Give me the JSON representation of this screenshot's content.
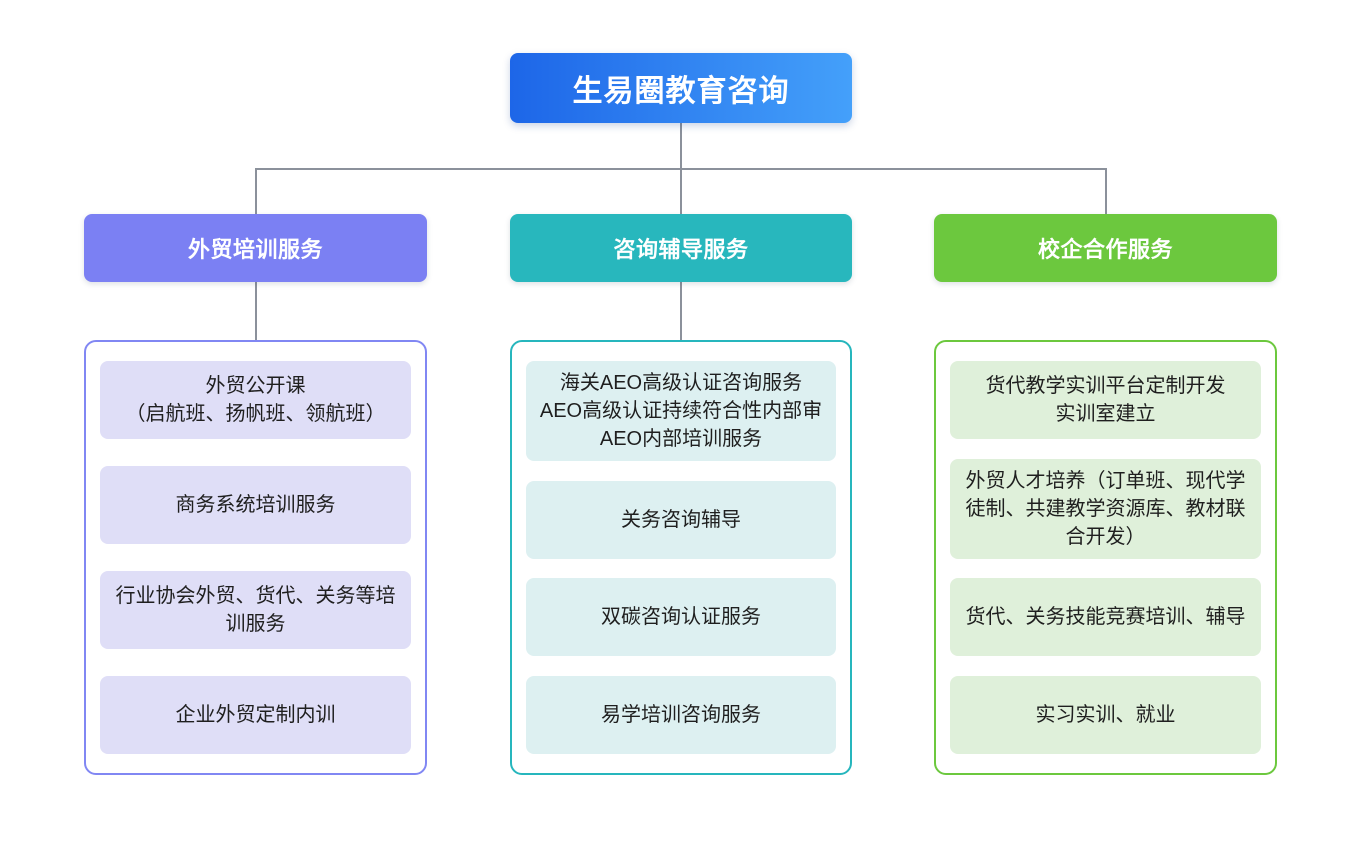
{
  "root": {
    "label": "生易圈教育咨询",
    "gradient_start": "#1d66e8",
    "gradient_end": "#44a0fa"
  },
  "connector_color": "#8b919b",
  "branches": [
    {
      "label": "外贸培训服务",
      "header_color": "#7b80f3",
      "border_color": "#8187f3",
      "item_bg": "#dfdef7",
      "items": [
        "外贸公开课\n（启航班、扬帆班、领航班）",
        "商务系统培训服务",
        "行业协会外贸、货代、关务等培训服务",
        "企业外贸定制内训"
      ]
    },
    {
      "label": "咨询辅导服务",
      "header_color": "#28b7bd",
      "border_color": "#26b6bd",
      "item_bg": "#ddf0f1",
      "items": [
        "海关AEO高级认证咨询服务\nAEO高级认证持续符合性内部审\nAEO内部培训服务",
        "关务咨询辅导",
        "双碳咨询认证服务",
        "易学培训咨询服务"
      ]
    },
    {
      "label": "校企合作服务",
      "header_color": "#6cc83e",
      "border_color": "#6cc83e",
      "item_bg": "#dff0da",
      "items": [
        "货代教学实训平台定制开发\n实训室建立",
        "外贸人才培养（订单班、现代学徒制、共建教学资源库、教材联合开发）",
        "货代、关务技能竞赛培训、辅导",
        "实习实训、就业"
      ]
    }
  ]
}
